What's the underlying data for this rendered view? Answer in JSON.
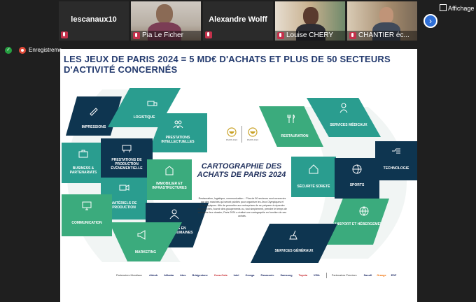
{
  "participants": [
    {
      "name": "lescanaux10",
      "video": false
    },
    {
      "name": "Pia Le Ficher",
      "video": true
    },
    {
      "name": "Alexandre Wolff",
      "video": false
    },
    {
      "name": "Louise CHERY",
      "video": true
    },
    {
      "name": "CHANTIER éc...",
      "video": true
    }
  ],
  "view_label": "Affichage",
  "recording_label": "Enregistreme",
  "slide": {
    "title": "LES JEUX DE PARIS 2024 = 5 MD€ D'ACHATS ET PLUS DE 50 SECTEURS D'ACTIVITÉ CONCERNÉS",
    "center_title": "CARTOGRAPHIE DES ACHATS DE PARIS 2024",
    "center_body": "Restauration, logistique, communication... Plus de 50 secteurs sont concernés par des marchés qui seront publiés pour organiser les Jeux Olympiques et Paralympiques. Afin de permettre aux entreprises de se préparer à répondre aux marchés, fournir des groupements ou, tout simplement, prendre le temps de connaître leur dossier, Paris 2024 a réalisé une cartographie en fonction de ses achats.",
    "logo_text_1": "PARIS 2024",
    "logo_text_2": "PARIS 2024",
    "sectors_left": [
      {
        "label": "Impressions",
        "icon": "pen-icon",
        "color": "#0e3550"
      },
      {
        "label": "Logistique",
        "icon": "truck-icon",
        "color": "#2a9d8f"
      },
      {
        "label": "Prestations intellectuelles",
        "icon": "people-icon",
        "color": "#2a9d8f"
      },
      {
        "label": "Business & partenariats",
        "icon": "briefcase-icon",
        "color": "#2a9d8f"
      },
      {
        "label": "Prestations de production événementielle",
        "icon": "stage-icon",
        "color": "#0e3550"
      },
      {
        "label": "Immobilier et infrastructures",
        "icon": "building-icon",
        "color": "#3bab7d"
      },
      {
        "label": "Matériels de production",
        "icon": "camera-icon",
        "color": "#2a9d8f"
      },
      {
        "label": "Communication",
        "icon": "screen-icon",
        "color": "#3bab7d"
      },
      {
        "label": "Prestations en ressources humaines",
        "icon": "person-icon",
        "color": "#0e3550"
      },
      {
        "label": "Marketing",
        "icon": "megaphone-icon",
        "color": "#3bab7d"
      }
    ],
    "sectors_right": [
      {
        "label": "Restauration",
        "icon": "fork-knife-icon",
        "color": "#3bab7d"
      },
      {
        "label": "Services médicaux",
        "icon": "doctor-icon",
        "color": "#2a9d8f"
      },
      {
        "label": "Technologie",
        "icon": "chip-icon",
        "color": "#0e3550"
      },
      {
        "label": "Sécurité sûreté",
        "icon": "house-icon",
        "color": "#2a9d8f"
      },
      {
        "label": "Sports",
        "icon": "ball-icon",
        "color": "#0e3550"
      },
      {
        "label": "Transport et hébergement",
        "icon": "globe-icon",
        "color": "#3bab7d"
      },
      {
        "label": "Services généraux",
        "icon": "broom-icon",
        "color": "#0e3550"
      }
    ],
    "partners_label_1": "Partenaires Mondiaux",
    "partners_label_2": "Partenaires Premium",
    "partners": [
      "Airbnb",
      "Alibaba",
      "Atos",
      "Bridgestone",
      "Coca-Cola",
      "Intel",
      "Omega",
      "Panasonic",
      "Samsung",
      "Toyota",
      "VISA"
    ],
    "premium_partners": [
      "Sanofi",
      "Orange",
      "EDF"
    ]
  }
}
